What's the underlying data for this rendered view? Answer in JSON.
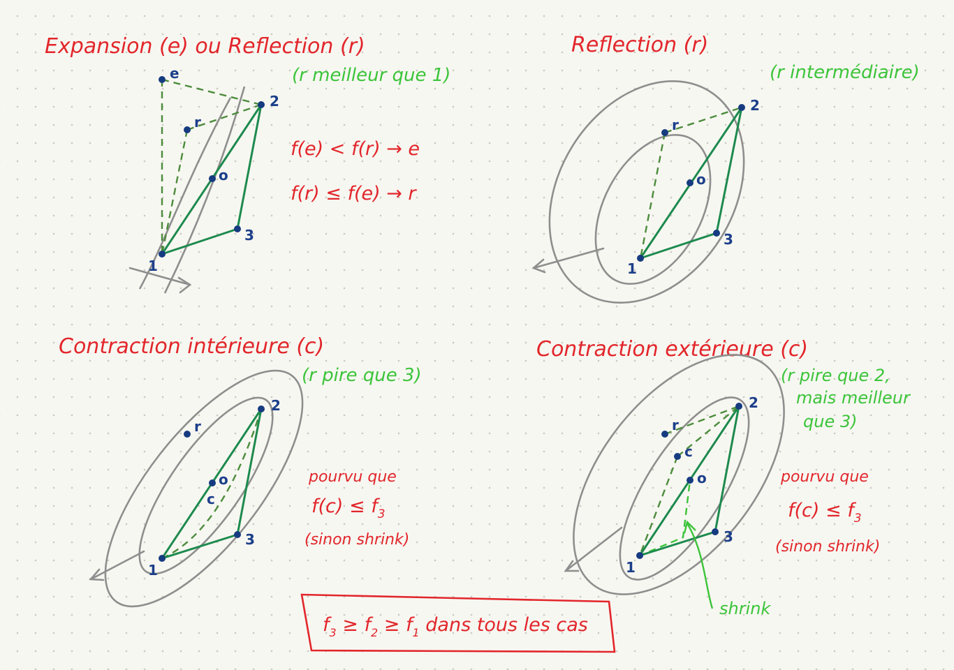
{
  "panels": {
    "expansion": {
      "title": "Expansion (e) ou Reflection (r)",
      "condition": "(r meilleur que 1)",
      "rule1": "f(e) < f(r) → e",
      "rule2": "f(r) ≤ f(e) → r",
      "labels": {
        "e": "e",
        "r": "r",
        "o": "o",
        "p1": "1",
        "p2": "2",
        "p3": "3"
      }
    },
    "reflection": {
      "title": "Reflection (r)",
      "condition": "(r intermédiaire)",
      "labels": {
        "r": "r",
        "o": "o",
        "p1": "1",
        "p2": "2",
        "p3": "3"
      }
    },
    "inner": {
      "title": "Contraction intérieure (c)",
      "condition": "(r pire que 3)",
      "note_line1": "pourvu que",
      "note_line2": "f(c) ≤ f",
      "note_line2_sub": "3",
      "note_line3": "(sinon shrink)",
      "labels": {
        "r": "r",
        "o": "o",
        "c": "c",
        "p1": "1",
        "p2": "2",
        "p3": "3"
      }
    },
    "outer": {
      "title": "Contraction extérieure (c)",
      "condition_line1": "(r pire que 2,",
      "condition_line2": "mais meilleur",
      "condition_line3": "que 3)",
      "note_line1": "pourvu que",
      "note_line2": "f(c) ≤ f",
      "note_line2_sub": "3",
      "note_line3": "(sinon shrink)",
      "shrink": "shrink",
      "labels": {
        "r": "r",
        "c": "c",
        "o": "o",
        "p1": "1",
        "p2": "2",
        "p3": "3"
      }
    }
  },
  "footer": {
    "f3": "f",
    "f3_sub": "3",
    "ge1": " ≥ ",
    "f2": "f",
    "f2_sub": "2",
    "ge2": " ≥ ",
    "f1": "f",
    "f1_sub": "1",
    "tail": " dans tous les cas"
  },
  "colors": {
    "red": "#e2262b",
    "green_text": "#3cc43a",
    "simplex": "#1d8a4e",
    "dashed": "#4c8c3c",
    "points": "#163b80",
    "contours": "#8e8e8e"
  }
}
